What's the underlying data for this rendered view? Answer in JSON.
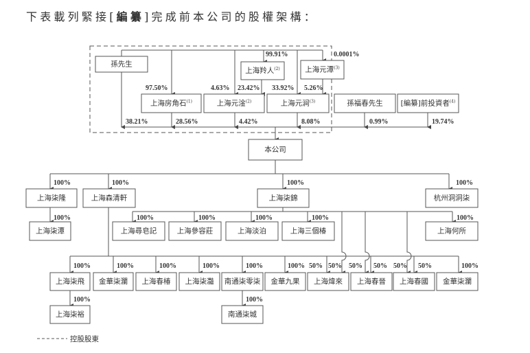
{
  "title": {
    "before": "下表載列緊接[",
    "redacted": "編纂",
    "after": "]完成前本公司的股權架構："
  },
  "entities": {
    "sun": {
      "name": "孫先生",
      "note": ""
    },
    "lingren": {
      "name": "上海羚人",
      "note": "(2)"
    },
    "yuantan": {
      "name": "上海元潭",
      "note": "(3)"
    },
    "fangjiaoshi": {
      "name": "上海房角石",
      "note": "(1)"
    },
    "yuantu": {
      "name": "上海元淦",
      "note": "(2)"
    },
    "yuanjian": {
      "name": "上海元涧",
      "note": "(3)"
    },
    "sunfuchun": {
      "name": "孫福春先生",
      "note": ""
    },
    "preipo": {
      "name": "[編纂]前投資者",
      "note": "(4)"
    },
    "company": {
      "name": "本公司",
      "note": ""
    },
    "qilong": {
      "name": "上海柒隆",
      "note": ""
    },
    "senqingxuan": {
      "name": "上海森清軒",
      "note": ""
    },
    "qijin": {
      "name": "上海柒錦",
      "note": ""
    },
    "hangzhou": {
      "name": "杭州洞洞柒",
      "note": ""
    },
    "qitan": {
      "name": "上海柒潭",
      "note": ""
    },
    "xunzaoji": {
      "name": "上海尋皂記",
      "note": ""
    },
    "canrongzhuang": {
      "name": "上海參容莊",
      "note": ""
    },
    "danbo": {
      "name": "上海淡泊",
      "note": ""
    },
    "sangechun": {
      "name": "上海三個椿",
      "note": ""
    },
    "hesuo": {
      "name": "上海何所",
      "note": ""
    },
    "qifei": {
      "name": "上海柒飛",
      "note": ""
    },
    "jinhua_qilan_1": {
      "name": "金華柒瀾",
      "note": ""
    },
    "chunchun": {
      "name": "上海春椿",
      "note": ""
    },
    "qiyan": {
      "name": "上海柒灩",
      "note": ""
    },
    "nantong_007": {
      "name": "南通柒零柒",
      "note": ""
    },
    "jiuguo": {
      "name": "金華九果",
      "note": ""
    },
    "weilai": {
      "name": "上海煒來",
      "note": ""
    },
    "chunjin": {
      "name": "上海春晉",
      "note": ""
    },
    "chunguo": {
      "name": "上海春國",
      "note": ""
    },
    "jinhua_qilan_2": {
      "name": "金華柒瀾",
      "note": ""
    },
    "qiyu": {
      "name": "上海柒裕",
      "note": ""
    },
    "nantong_qicheng": {
      "name": "南通柒城",
      "note": ""
    }
  },
  "percentages": {
    "sun_lingren": "99.91%",
    "sun_yuantan": "0.0001%",
    "sun_fangjiaoshi": "97.50%",
    "sun_yuantu": "4.63%",
    "lingren_yuantu": "23.42%",
    "sun_yuanjian": "33.92%",
    "yuantan_yuanjian": "5.26%",
    "sun_company": "38.21%",
    "fangjiaoshi_company": "28.56%",
    "yuantu_company": "4.42%",
    "yuanjian_company": "8.08%",
    "sunfuchun_company": "0.99%",
    "preipo_company": "19.74%",
    "company_qilong": "100%",
    "company_senqingxuan": "100%",
    "company_qijin": "100%",
    "company_hangzhou": "100%",
    "qilong_qitan": "100%",
    "qijin_xunzaoji": "100%",
    "qijin_canrongzhuang": "100%",
    "qijin_danbo": "100%",
    "qijin_sangechun": "100%",
    "hangzhou_hesuo": "100%",
    "senqingxuan_qifei": "100%",
    "senqingxuan_jinhua_qilan_1": "100%",
    "senqingxuan_chunchun": "100%",
    "senqingxuan_qiyan": "100%",
    "senqingxuan_nantong_007": "100%",
    "senqingxuan_jiuguo": "100%",
    "senqingxuan_weilai": "50%",
    "qijin_weilai": "50%",
    "qijin_chunjin": "50%",
    "senqingxuan_chunjin": "50%",
    "qijin_chunguo": "50%",
    "senqingxuan_chunguo": "50%",
    "senqingxuan_jinhua_qilan_2": "100%",
    "qifei_qiyu": "100%",
    "nantong_007_qicheng": "100%"
  },
  "legend": {
    "controlling_shareholders": "控股股東"
  },
  "colors": {
    "line": "#555555",
    "text": "#333333"
  }
}
